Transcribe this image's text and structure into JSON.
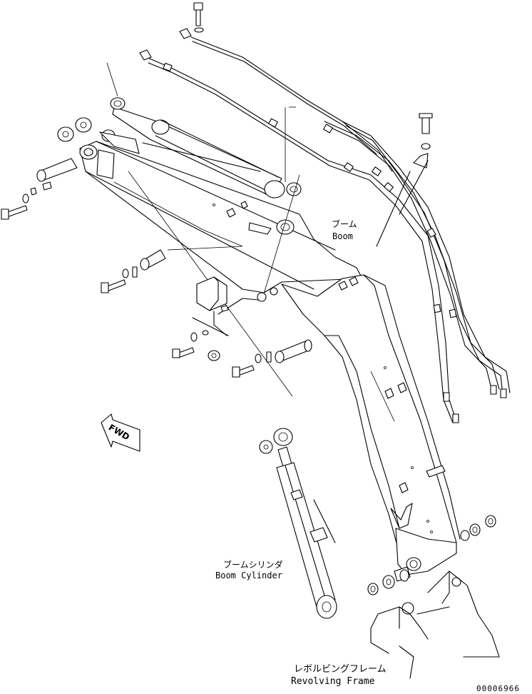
{
  "labels": {
    "boom_jp": "ブーム",
    "boom_en": "Boom",
    "boom_cylinder_jp": "ブームシリンダ",
    "boom_cylinder_en": "Boom Cylinder",
    "revolving_frame_jp": "レボルビングフレーム",
    "revolving_frame_en": "Revolving Frame",
    "fwd": "FWD"
  },
  "drawing_number": "00006966"
}
